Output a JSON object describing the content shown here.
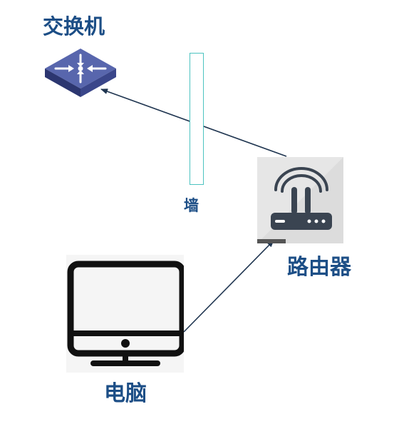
{
  "nodes": {
    "switch": {
      "label": "交换机",
      "icon": "network-switch-icon"
    },
    "wall": {
      "label": "墙"
    },
    "router": {
      "label": "路由器",
      "icon": "wifi-router-icon"
    },
    "pc": {
      "label": "电脑",
      "icon": "desktop-monitor-icon"
    }
  },
  "edges": [
    {
      "from": "router",
      "to": "switch"
    },
    {
      "from": "pc",
      "to": "router"
    }
  ],
  "colors": {
    "label": "#1c4e86",
    "wall_border": "#4cc3c0",
    "edge": "#1f3550",
    "switch_face": "#4b5aa3",
    "router_bg": "#e6e6e6",
    "router_body": "#3a4451",
    "monitor_frame": "#111111"
  }
}
